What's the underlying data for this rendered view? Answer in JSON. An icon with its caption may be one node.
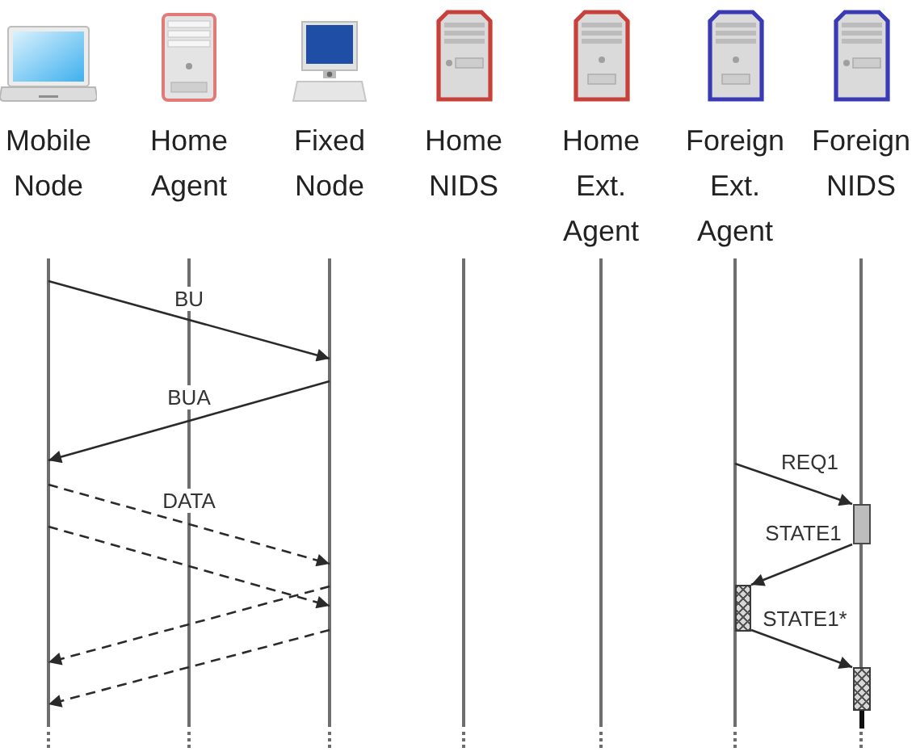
{
  "diagram": {
    "nodes": [
      {
        "text": [
          "Mobile Node"
        ]
      },
      {
        "text": [
          "Home Agent"
        ]
      },
      {
        "text": [
          "Fixed Node"
        ]
      },
      {
        "text": [
          "Home NIDS"
        ]
      },
      {
        "text": [
          "Home Ext. Agent"
        ]
      },
      {
        "text": [
          "Foreign Ext. Agent"
        ]
      },
      {
        "text": [
          "Foreign NIDS"
        ]
      },
      {
        "text": [],
        "shape": "bar",
        "in": 6
      },
      {
        "text": [],
        "shape": "bar",
        "in": 5
      },
      {
        "text": [],
        "shape": "bar",
        "in": 6
      }
    ],
    "edges": [
      {
        "from": 0,
        "to": 2,
        "arrow": "to",
        "label": "BU"
      },
      {
        "from": 2,
        "to": 0,
        "arrow": "to",
        "label": "BUA"
      },
      {
        "from": 0,
        "to": 2,
        "arrow": "to",
        "label": "DATA",
        "style": "dashed"
      },
      {
        "from": 0,
        "to": 2,
        "arrow": "to",
        "style": "dashed"
      },
      {
        "from": 2,
        "to": 0,
        "arrow": "to",
        "style": "dashed"
      },
      {
        "from": 2,
        "to": 0,
        "arrow": "to",
        "style": "dashed"
      },
      {
        "from": 5,
        "to": 7,
        "arrow": "to",
        "label": "REQ1"
      },
      {
        "from": 7,
        "to": 8,
        "arrow": "to",
        "label": "STATE1"
      },
      {
        "from": 8,
        "to": 9,
        "arrow": "to",
        "label": "STATE1*"
      }
    ]
  }
}
